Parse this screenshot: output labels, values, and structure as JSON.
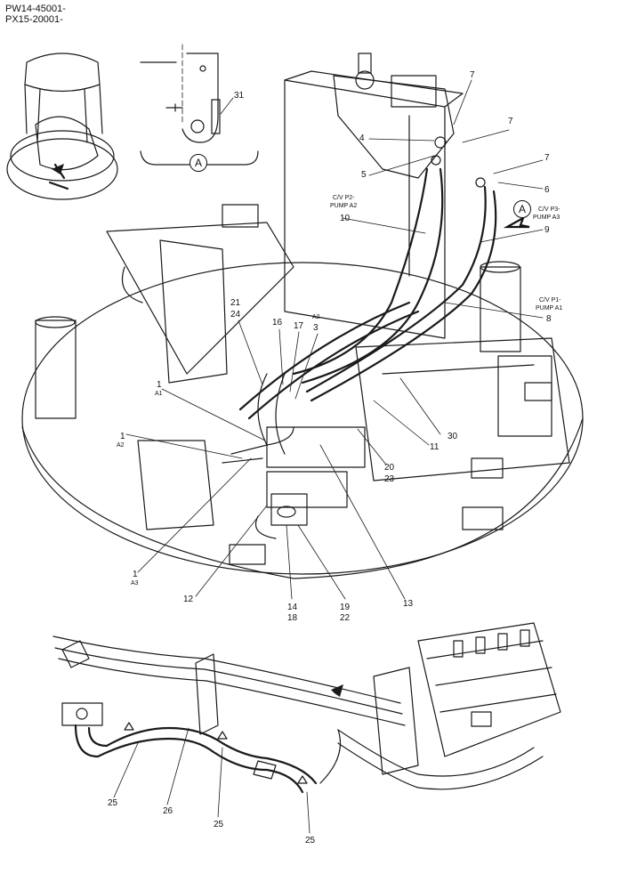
{
  "header": {
    "line1": "PW14-45001-",
    "line2": "PX15-20001-"
  },
  "detail_marker": "A",
  "callouts": {
    "c31": "31",
    "c7a": "7",
    "c7b": "7",
    "c7c": "7",
    "c4": "4",
    "c5": "5",
    "c6": "6",
    "c10": "10",
    "c9": "9",
    "c8": "8",
    "c21": "21",
    "c24": "24",
    "c16": "16",
    "c17": "17",
    "c3": "3",
    "c1a": "1",
    "c1b": "1",
    "c1c": "1",
    "c30": "30",
    "c11": "11",
    "c20": "20",
    "c23": "23",
    "c12": "12",
    "c14": "14",
    "c18": "18",
    "c19": "19",
    "c22": "22",
    "c13": "13",
    "c25a": "25",
    "c26": "26",
    "c25b": "25",
    "c25c": "25"
  },
  "sub_labels": {
    "a1": "A1",
    "a2_left": "A2",
    "a3": "A3",
    "a2_top": "A2"
  },
  "port_labels": {
    "p2_line1": "C/V P2-",
    "p2_line2": "PUMP A2",
    "p3_line1": "C/V P3-",
    "p3_line2": "PUMP A3",
    "p1_line1": "C/V P1-",
    "p1_line2": "PUMP A1"
  }
}
